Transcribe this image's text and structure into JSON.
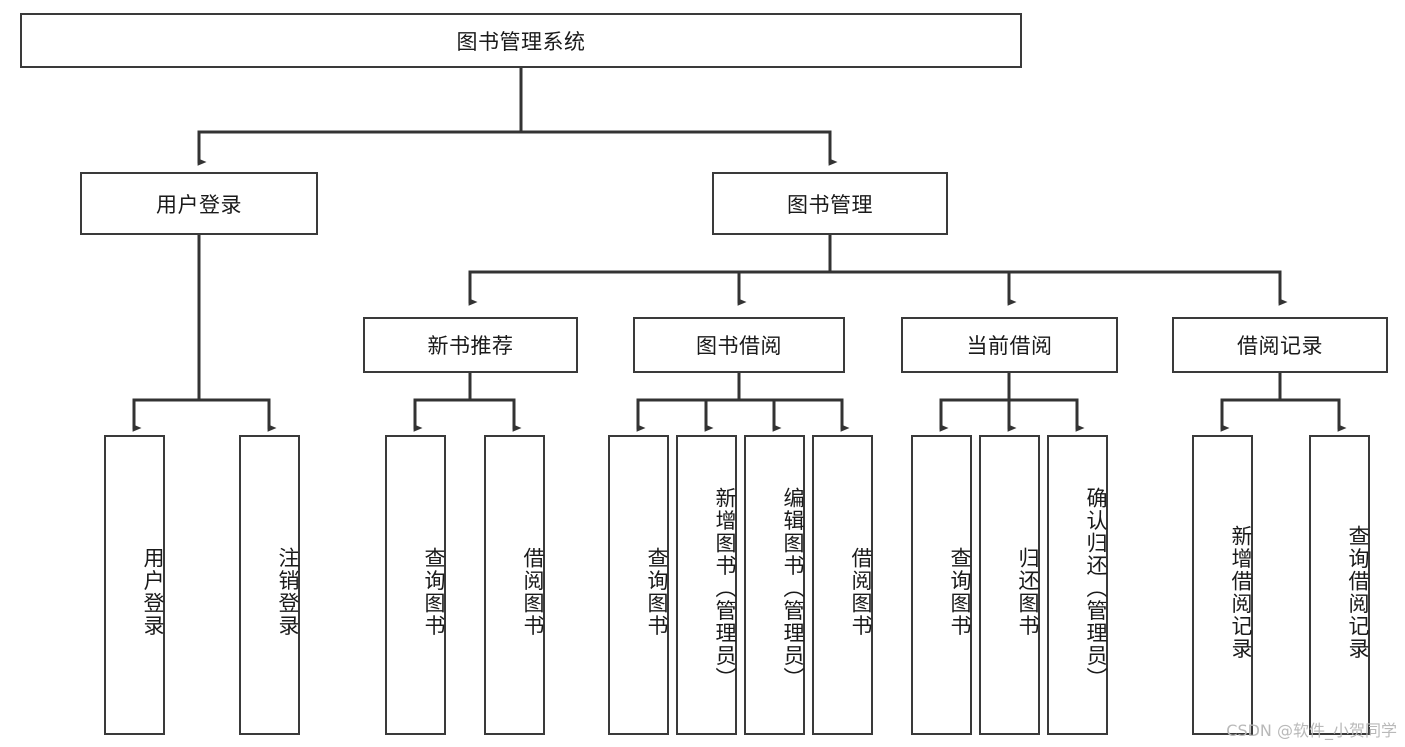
{
  "diagram": {
    "type": "tree",
    "title": "图书管理系统",
    "watermark": "CSDN @软件_小贺同学",
    "colors": {
      "box_border": "#3a3a3a",
      "box_fill": "#ffffff",
      "connector": "#333333",
      "text": "#1a1a1a",
      "watermark": "#b9b9b9",
      "background": "#ffffff"
    },
    "root": {
      "id": "root",
      "label": "图书管理系统",
      "orientation": "horizontal"
    },
    "level2": [
      {
        "id": "user-login",
        "label": "用户登录",
        "orientation": "horizontal"
      },
      {
        "id": "book-manage",
        "label": "图书管理",
        "orientation": "horizontal"
      }
    ],
    "level3": [
      {
        "id": "new-book-recommend",
        "label": "新书推荐",
        "orientation": "horizontal",
        "parent": "book-manage"
      },
      {
        "id": "book-borrow",
        "label": "图书借阅",
        "orientation": "horizontal",
        "parent": "book-manage"
      },
      {
        "id": "current-borrow",
        "label": "当前借阅",
        "orientation": "horizontal",
        "parent": "book-manage"
      },
      {
        "id": "borrow-record",
        "label": "借阅记录",
        "orientation": "horizontal",
        "parent": "book-manage"
      }
    ],
    "leaves": [
      {
        "id": "leaf-user-login",
        "label": "用户登录",
        "parent": "user-login"
      },
      {
        "id": "leaf-user-logout",
        "label": "注销登录",
        "parent": "user-login"
      },
      {
        "id": "leaf-query-book-recommend",
        "label": "查询图书",
        "parent": "new-book-recommend"
      },
      {
        "id": "leaf-borrow-book-recommend",
        "label": "借阅图书",
        "parent": "new-book-recommend"
      },
      {
        "id": "leaf-query-book-borrow",
        "label": "查询图书",
        "parent": "book-borrow"
      },
      {
        "id": "leaf-add-book",
        "label": "新增图书（管理员）",
        "parent": "book-borrow"
      },
      {
        "id": "leaf-edit-book",
        "label": "编辑图书（管理员）",
        "parent": "book-borrow"
      },
      {
        "id": "leaf-borrow-book",
        "label": "借阅图书",
        "parent": "book-borrow"
      },
      {
        "id": "leaf-query-book-current",
        "label": "查询图书",
        "parent": "current-borrow"
      },
      {
        "id": "leaf-return-book",
        "label": "归还图书",
        "parent": "current-borrow"
      },
      {
        "id": "leaf-confirm-return",
        "label": "确认归还（管理员）",
        "parent": "current-borrow"
      },
      {
        "id": "leaf-add-record",
        "label": "新增借阅记录",
        "parent": "borrow-record"
      },
      {
        "id": "leaf-query-record",
        "label": "查询借阅记录",
        "parent": "borrow-record"
      }
    ]
  }
}
